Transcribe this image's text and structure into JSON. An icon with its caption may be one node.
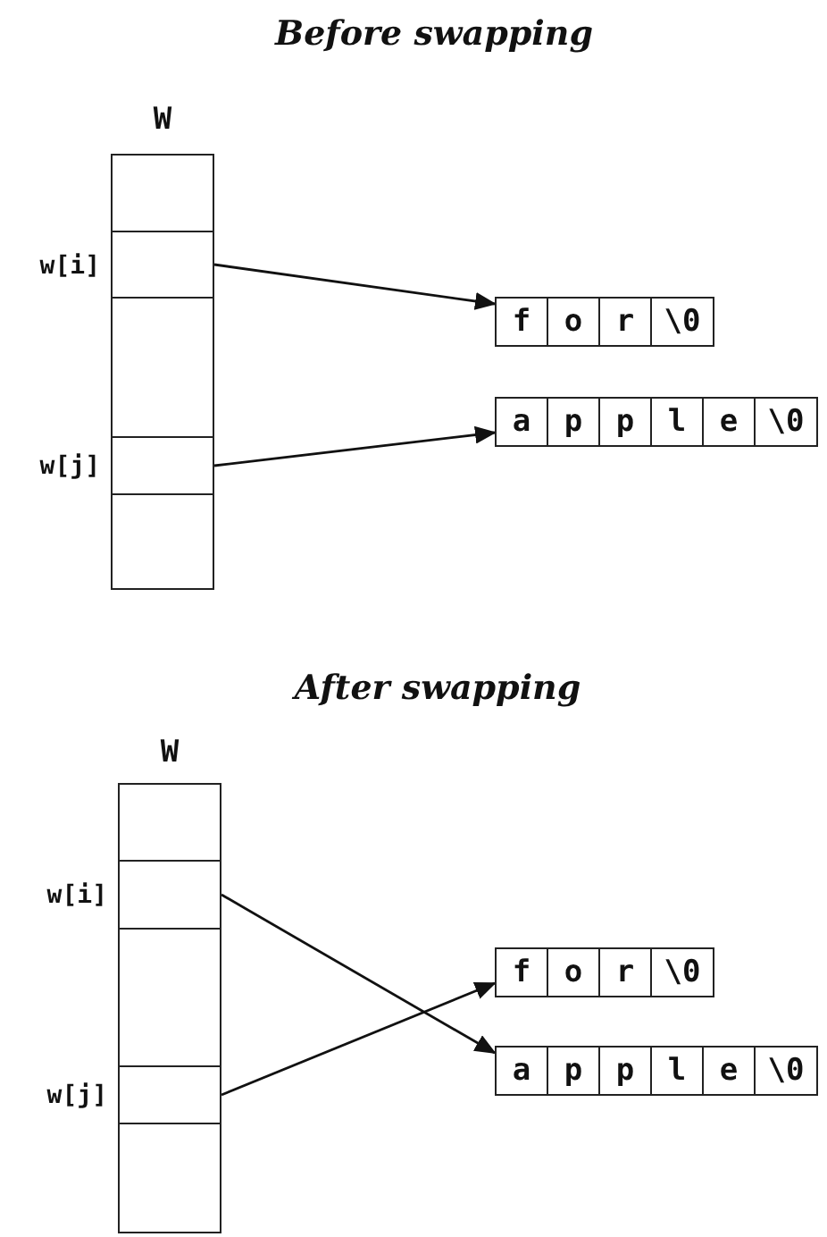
{
  "diagram": {
    "nodes": [
      {
        "text": [
          "W"
        ]
      },
      {
        "text": [],
        "shape": "box",
        "in": 0
      },
      {
        "text": [],
        "shape": "box",
        "in": 0,
        "beside": [
          "w[i]"
        ]
      },
      {
        "text": [],
        "shape": "box",
        "in": 0
      },
      {
        "text": [],
        "shape": "box",
        "in": 0,
        "beside": [
          "w[j]"
        ]
      },
      {
        "text": [],
        "shape": "box",
        "in": 0
      },
      {
        "text": [
          "f",
          "o",
          "r",
          "\\0"
        ]
      },
      {
        "text": [
          "a",
          "p",
          "p",
          "l",
          "e",
          "\\0"
        ]
      },
      {
        "text": [
          "W"
        ]
      },
      {
        "text": [],
        "shape": "box",
        "in": 8
      },
      {
        "text": [],
        "shape": "box",
        "in": 8,
        "beside": [
          "w[i]"
        ]
      },
      {
        "text": [],
        "shape": "box",
        "in": 8
      },
      {
        "text": [],
        "shape": "box",
        "in": 8,
        "beside": [
          "w[j]"
        ]
      },
      {
        "text": [],
        "shape": "box",
        "in": 8
      },
      {
        "text": [
          "f",
          "o",
          "r",
          "\\0"
        ]
      },
      {
        "text": [
          "a",
          "p",
          "p",
          "l",
          "e",
          "\\0"
        ]
      }
    ],
    "edges": [
      {
        "from": 2,
        "to": 6,
        "arrow": "to"
      },
      {
        "from": 4,
        "to": 7,
        "arrow": "to"
      },
      {
        "from": 10,
        "to": 15,
        "arrow": "to"
      },
      {
        "from": 12,
        "to": 14,
        "arrow": "to"
      }
    ],
    "labels": [
      "Before swapping",
      "After swapping"
    ]
  }
}
